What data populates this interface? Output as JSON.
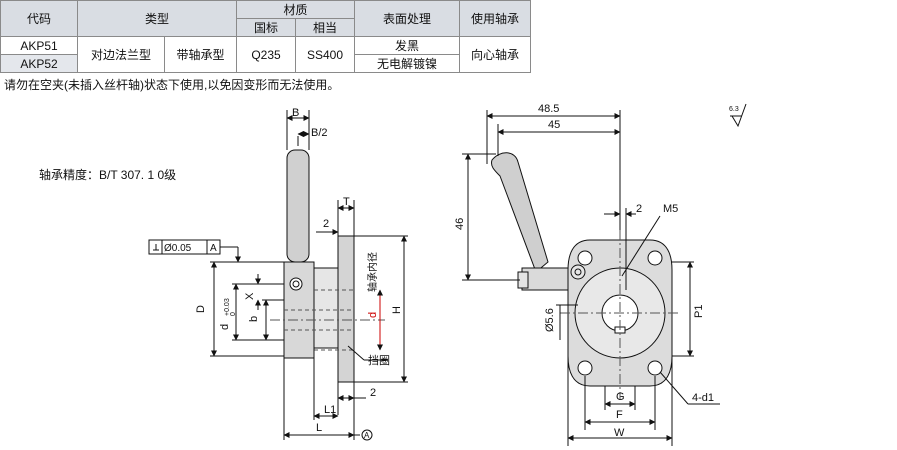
{
  "table": {
    "headers": {
      "code": "代码",
      "type": "类型",
      "material": "材质",
      "material_sub": [
        "国标",
        "相当"
      ],
      "surface": "表面处理",
      "bearing": "使用轴承"
    },
    "rows": [
      {
        "code": "AKP51",
        "type1": "对边法兰型",
        "type2": "带轴承型",
        "gb": "Q235",
        "equiv": "SS400",
        "surface": "发黑",
        "bearing": "向心轴承"
      },
      {
        "code": "AKP52",
        "surface": "无电解镀镍"
      }
    ]
  },
  "note": "请勿在空夹(未插入丝杆轴)状态下使用,以免因变形而无法使用。",
  "accuracy": "轴承精度：B/T 307. 1 0级",
  "drawing": {
    "labels": {
      "B": "B",
      "B2": "B/2",
      "T": "T",
      "two": "2",
      "tol_value": "Ø0.05",
      "tol_ref": "A",
      "D": "D",
      "d": "d",
      "d_tol_upper": "+0.03",
      "d_tol_lower": "0",
      "b": "b",
      "X": "X",
      "H": "H",
      "bearing_inner": "轴承内径",
      "bearing_d": "d",
      "retaining_ring": "挡圈",
      "L": "L",
      "L1": "L1",
      "datum": "A",
      "dim_48_5": "48.5",
      "dim_45": "45",
      "dim_46": "46",
      "M5": "M5",
      "dia_5_6": "Ø5.6",
      "P1": "P1",
      "G": "G",
      "F": "F",
      "W": "W",
      "holes": "4-d1",
      "roughness": "6.3"
    }
  }
}
